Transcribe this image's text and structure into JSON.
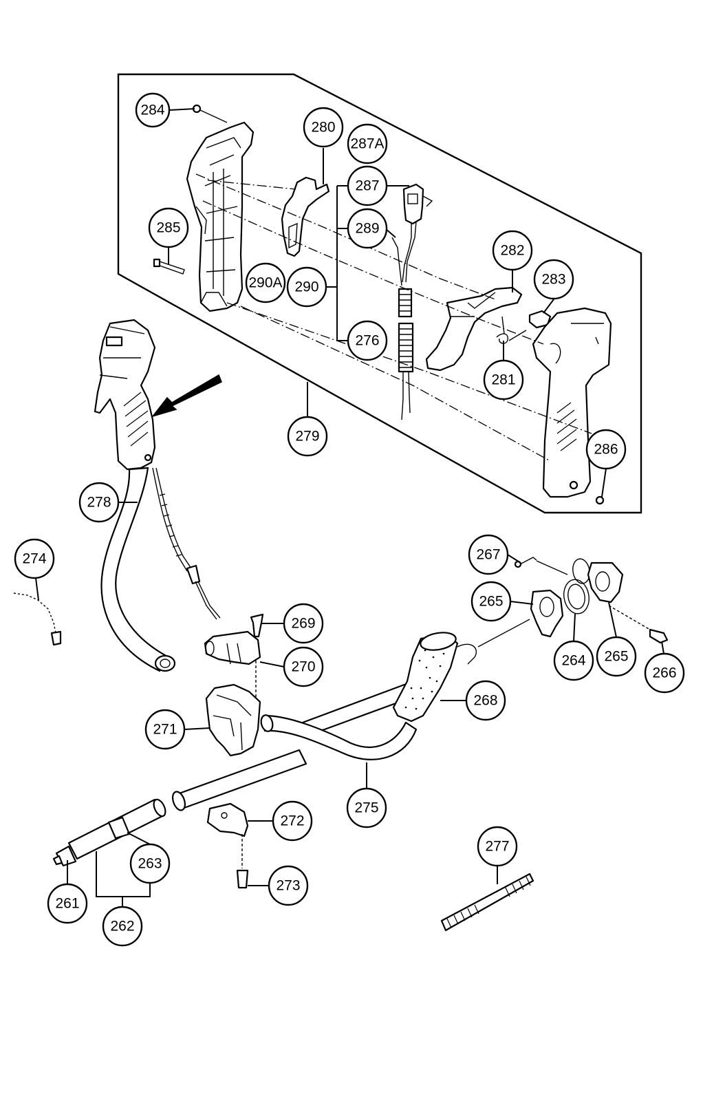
{
  "callouts": [
    {
      "id": "284",
      "label": "284"
    },
    {
      "id": "280",
      "label": "280"
    },
    {
      "id": "287a",
      "label": "287A"
    },
    {
      "id": "287",
      "label": "287"
    },
    {
      "id": "285",
      "label": "285"
    },
    {
      "id": "289",
      "label": "289"
    },
    {
      "id": "282",
      "label": "282"
    },
    {
      "id": "283",
      "label": "283"
    },
    {
      "id": "290a",
      "label": "290A"
    },
    {
      "id": "290",
      "label": "290"
    },
    {
      "id": "276",
      "label": "276"
    },
    {
      "id": "281",
      "label": "281"
    },
    {
      "id": "279",
      "label": "279"
    },
    {
      "id": "286",
      "label": "286"
    },
    {
      "id": "278",
      "label": "278"
    },
    {
      "id": "274",
      "label": "274"
    },
    {
      "id": "267",
      "label": "267"
    },
    {
      "id": "265a",
      "label": "265"
    },
    {
      "id": "269",
      "label": "269"
    },
    {
      "id": "270",
      "label": "270"
    },
    {
      "id": "264",
      "label": "264"
    },
    {
      "id": "265b",
      "label": "265"
    },
    {
      "id": "266",
      "label": "266"
    },
    {
      "id": "268",
      "label": "268"
    },
    {
      "id": "271",
      "label": "271"
    },
    {
      "id": "275",
      "label": "275"
    },
    {
      "id": "272",
      "label": "272"
    },
    {
      "id": "263",
      "label": "263"
    },
    {
      "id": "273",
      "label": "273"
    },
    {
      "id": "277",
      "label": "277"
    },
    {
      "id": "261",
      "label": "261"
    },
    {
      "id": "262",
      "label": "262"
    }
  ],
  "icons": {
    "arrow": "direction-arrow-icon"
  }
}
